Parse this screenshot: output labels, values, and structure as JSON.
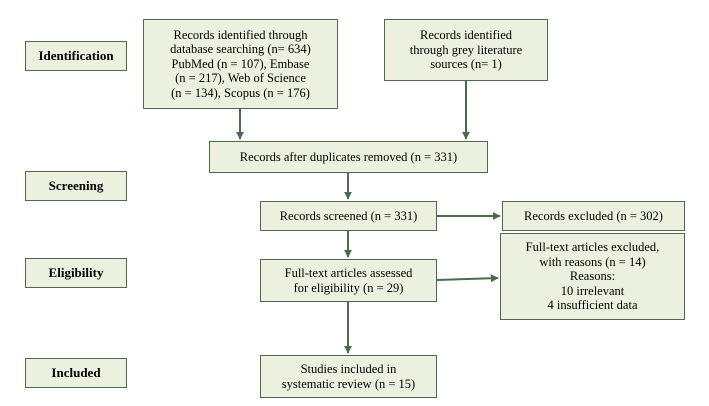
{
  "stages": {
    "identification": "Identification",
    "screening": "Screening",
    "eligibility": "Eligibility",
    "included": "Included"
  },
  "boxes": {
    "database_records": "Records identified through\ndatabase searching (n= 634)\nPubMed (n = 107), Embase\n(n = 217), Web of Science\n(n = 134), Scopus (n = 176)",
    "grey_literature": "Records identified\nthrough grey literature\nsources (n= 1)",
    "after_duplicates": "Records after duplicates removed (n = 331)",
    "screened": "Records screened (n = 331)",
    "excluded": "Records excluded (n = 302)",
    "fulltext_assessed": "Full-text articles assessed\nfor eligibility (n = 29)",
    "fulltext_excluded": "Full-text articles excluded,\nwith reasons (n = 14)\nReasons:\n10 irrelevant\n4 insufficient data",
    "included_studies": "Studies included in\nsystematic review (n = 15)"
  },
  "colors": {
    "box_fill": "#ebf1de",
    "box_border": "#4f6b4f",
    "arrow": "#4f6b4f"
  }
}
